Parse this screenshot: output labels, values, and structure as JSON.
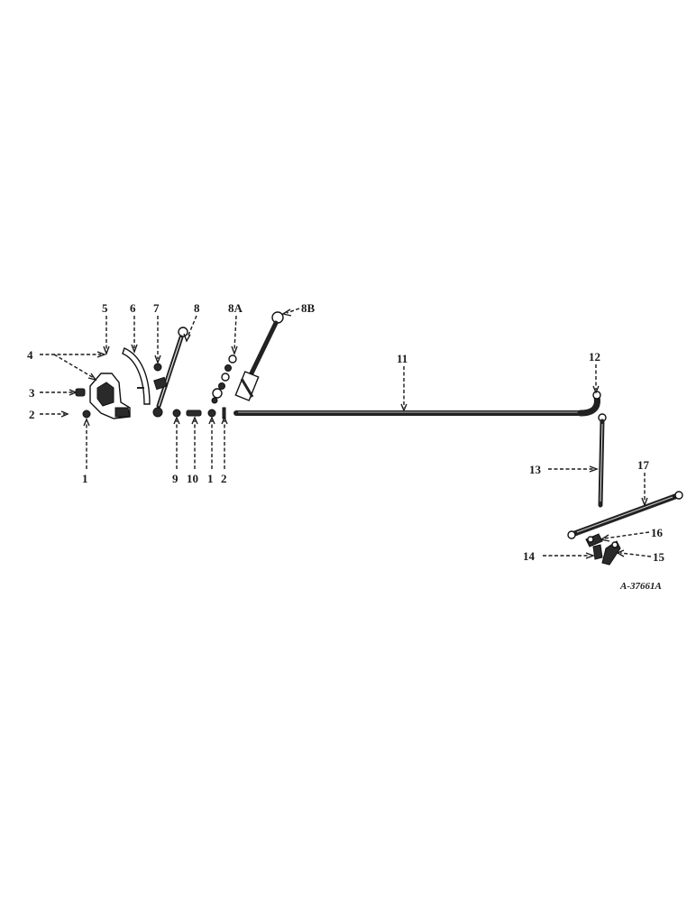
{
  "diagram": {
    "reference": "A-37661A",
    "callouts": [
      {
        "id": "c1a",
        "text": "1"
      },
      {
        "id": "c2a",
        "text": "2"
      },
      {
        "id": "c3",
        "text": "3"
      },
      {
        "id": "c4",
        "text": "4"
      },
      {
        "id": "c5",
        "text": "5"
      },
      {
        "id": "c6",
        "text": "6"
      },
      {
        "id": "c7",
        "text": "7"
      },
      {
        "id": "c8",
        "text": "8"
      },
      {
        "id": "c8a",
        "text": "8A"
      },
      {
        "id": "c8b",
        "text": "8B"
      },
      {
        "id": "c9",
        "text": "9"
      },
      {
        "id": "c10",
        "text": "10"
      },
      {
        "id": "c1b",
        "text": "1"
      },
      {
        "id": "c2b",
        "text": "2"
      },
      {
        "id": "c11",
        "text": "11"
      },
      {
        "id": "c12",
        "text": "12"
      },
      {
        "id": "c13",
        "text": "13"
      },
      {
        "id": "c14",
        "text": "14"
      },
      {
        "id": "c15",
        "text": "15"
      },
      {
        "id": "c16",
        "text": "16"
      },
      {
        "id": "c17",
        "text": "17"
      }
    ]
  }
}
